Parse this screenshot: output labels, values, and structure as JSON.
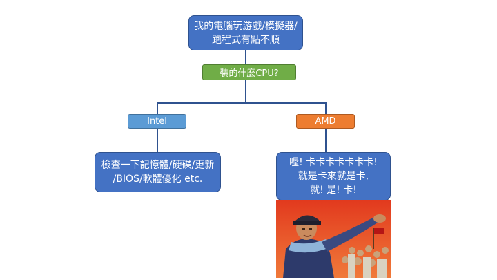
{
  "root": {
    "line1": "我的電腦玩游戲/模擬器/",
    "line2": "跑程式有點不順"
  },
  "question": "裝的什麼CPU?",
  "branches": {
    "intel": {
      "label": "Intel",
      "advice_line1": "檢查一下記憶體/硬碟/更新",
      "advice_line2": "/BIOS/軟體優化 etc."
    },
    "amd": {
      "label": "AMD",
      "joke_line1": "喔! 卡卡卡卡卡卡卡!",
      "joke_line2": "就是卡來就是卡,",
      "joke_line3": "就! 是! 卡!"
    }
  },
  "colors": {
    "blue": "#4472c4",
    "green": "#70ad47",
    "light_blue": "#5b9bd5",
    "orange": "#ed7d31",
    "connector": "#2f528f"
  },
  "image": {
    "subject": "propaganda-style painting of a worker in a cap and scarf gesturing with outstretched arm in front of a cheering crowd"
  }
}
